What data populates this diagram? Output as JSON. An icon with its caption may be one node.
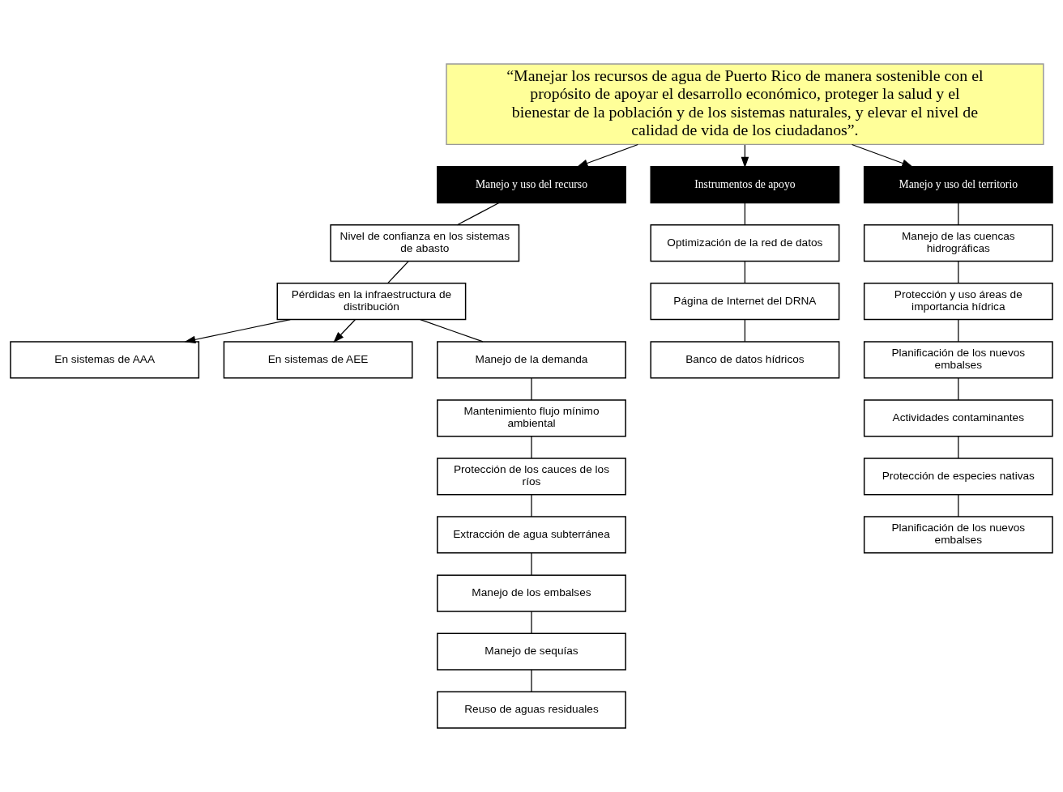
{
  "diagram": {
    "nodes": [
      {
        "text": [
          "“Manejar los recursos de agua de Puerto Rico de manera sostenible con el propósito de apoyar el desarrollo económico, proteger la salud y el bienestar de la población y de los sistemas naturales, y elevar el nivel de calidad de vida de los ciudadanos”."
        ]
      },
      {
        "text": [
          "Manejo y uso del recurso"
        ]
      },
      {
        "text": [
          "Instrumentos de apoyo"
        ]
      },
      {
        "text": [
          "Manejo y uso del territorio"
        ]
      },
      {
        "text": [
          "Nivel de confianza en los sistemas de abasto"
        ]
      },
      {
        "text": [
          "Pérdidas en la infraestructura de distribución"
        ]
      },
      {
        "text": [
          "En sistemas de AAA"
        ]
      },
      {
        "text": [
          "En sistemas de AEE"
        ]
      },
      {
        "text": [
          "Manejo de la demanda"
        ]
      },
      {
        "text": [
          "Mantenimiento flujo mínimo ambiental"
        ]
      },
      {
        "text": [
          "Protección de los cauces de los ríos"
        ]
      },
      {
        "text": [
          "Extracción de agua subterránea"
        ]
      },
      {
        "text": [
          "Manejo de los embalses"
        ]
      },
      {
        "text": [
          "Manejo de sequías"
        ]
      },
      {
        "text": [
          "Reuso de aguas residuales"
        ]
      },
      {
        "text": [
          "Optimización de la red de datos"
        ]
      },
      {
        "text": [
          "Página de Internet del DRNA"
        ]
      },
      {
        "text": [
          "Banco de datos hídricos"
        ]
      },
      {
        "text": [
          "Manejo de las cuencas hidrográficas"
        ]
      },
      {
        "text": [
          "Protección y uso áreas de importancia hídrica"
        ]
      },
      {
        "text": [
          "Planificación de los nuevos embalses"
        ]
      },
      {
        "text": [
          "Actividades contaminantes"
        ]
      },
      {
        "text": [
          "Protección de especies nativas"
        ]
      },
      {
        "text": [
          "Planificación de los nuevos embalses"
        ]
      }
    ],
    "edges": [
      {
        "from": 0,
        "to": 1,
        "arrow": "to"
      },
      {
        "from": 0,
        "to": 2,
        "arrow": "to"
      },
      {
        "from": 0,
        "to": 3,
        "arrow": "to"
      },
      {
        "from": 1,
        "to": 4,
        "arrow": "none"
      },
      {
        "from": 4,
        "to": 5,
        "arrow": "none"
      },
      {
        "from": 5,
        "to": 6,
        "arrow": "to"
      },
      {
        "from": 5,
        "to": 7,
        "arrow": "to"
      },
      {
        "from": 5,
        "to": 8,
        "arrow": "none"
      },
      {
        "from": 8,
        "to": 9,
        "arrow": "none"
      },
      {
        "from": 9,
        "to": 10,
        "arrow": "none"
      },
      {
        "from": 10,
        "to": 11,
        "arrow": "none"
      },
      {
        "from": 11,
        "to": 12,
        "arrow": "none"
      },
      {
        "from": 12,
        "to": 13,
        "arrow": "none"
      },
      {
        "from": 13,
        "to": 14,
        "arrow": "none"
      },
      {
        "from": 2,
        "to": 15,
        "arrow": "none"
      },
      {
        "from": 15,
        "to": 16,
        "arrow": "none"
      },
      {
        "from": 16,
        "to": 17,
        "arrow": "none"
      },
      {
        "from": 3,
        "to": 18,
        "arrow": "none"
      },
      {
        "from": 18,
        "to": 19,
        "arrow": "none"
      },
      {
        "from": 19,
        "to": 20,
        "arrow": "none"
      },
      {
        "from": 20,
        "to": 21,
        "arrow": "none"
      },
      {
        "from": 21,
        "to": 22,
        "arrow": "none"
      },
      {
        "from": 22,
        "to": 23,
        "arrow": "none"
      }
    ]
  }
}
